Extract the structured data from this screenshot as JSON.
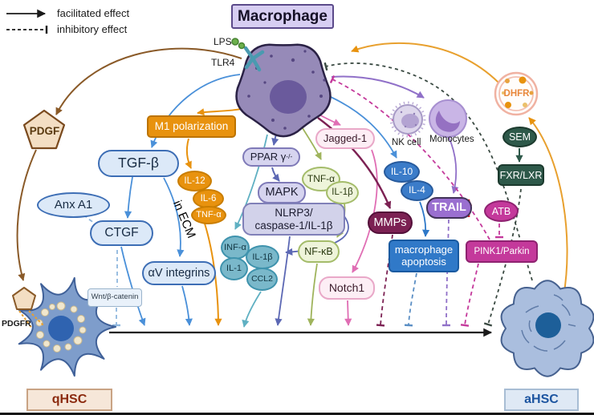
{
  "legend": {
    "facilitated_label": "facilitated effect",
    "inhibitory_label": "inhibitory effect"
  },
  "macrophage": {
    "title": "Macrophage",
    "lps_label": "LPS",
    "tlr4_label": "TLR4"
  },
  "left_pathway": {
    "pdgf": "PDGF",
    "tgf_beta": "TGF-β",
    "anx_a1": "Anx A1",
    "ctgf": "CTGF",
    "in_ecm": "in ECM",
    "av_integrins": "αV integrins",
    "wnt_beta_catenin": "Wnt/β-catenin",
    "pdgfr": "PDGFR"
  },
  "m1_pathway": {
    "m1_polarization": "M1 polarization",
    "il12": "IL-12",
    "il6": "IL-6",
    "tnf_alpha": "TNF-α"
  },
  "center_pathway": {
    "ppar": {
      "text": "PPAR γ",
      "sup": "-/-"
    },
    "mapk": "MAPK",
    "nlrp3": "NLRP3/\ncaspase-1/IL-1β",
    "inf_alpha": "INF-α",
    "il1_beta": "IL-1β",
    "il1": "IL-1",
    "ccl2": "CCL2"
  },
  "nfkb_pathway": {
    "tnf_alpha": "TNF-α",
    "il1_beta": "IL-1β",
    "nfkb": "NF-κB"
  },
  "notch_pathway": {
    "jagged1": "Jagged-1",
    "notch1": "Notch1"
  },
  "right_pathway": {
    "nk_cell": "NK cell",
    "monocytes": "Monocytes",
    "il10": "IL-10",
    "il4": "IL-4",
    "mmps": "MMPs",
    "macrophage_apoptosis": "macrophage\napoptosis",
    "trail": "TRAIL"
  },
  "far_right_pathway": {
    "dhfr": "DHFR",
    "sem": "SEM",
    "fxr_lxr": "FXR/LXR",
    "atb": "ATB",
    "pink1_parkin": "PINK1/Parkin"
  },
  "cells": {
    "qhsc": "qHSC",
    "ahsc": "aHSC"
  },
  "colors": {
    "macrophage_purple": "#968ab8",
    "lavender": "#d7cef2",
    "orange": "#e8920e",
    "blue": "#4a90d9",
    "royal_blue": "#2e78c8",
    "light_blue_fill": "#dce9f8",
    "teal": "#5fb0c2",
    "olive_green": "#9fb45c",
    "pink": "#e06eb4",
    "maroon": "#7c2153",
    "purple": "#9070c8",
    "magenta": "#c4399b",
    "dark_green": "#2e594a",
    "brown": "#8a5a28",
    "red": "#e02020",
    "black": "#1a1a1a",
    "qhsc_cell_blue": "#7e9dcb",
    "ahsc_cell_blue": "#aabede"
  }
}
